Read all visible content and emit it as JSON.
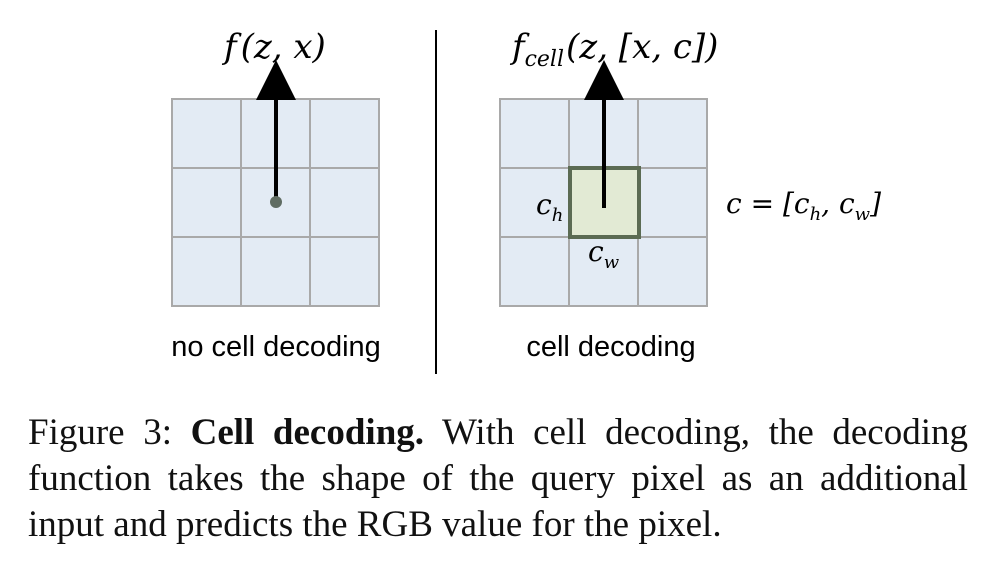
{
  "figure": {
    "left_panel": {
      "formula_name": "f",
      "formula_args": "(z, x)",
      "label": "no cell decoding"
    },
    "right_panel": {
      "formula_name": "f",
      "formula_subscript": "cell",
      "formula_args": "(z, [x, c])",
      "height_label": "c",
      "height_label_sub": "h",
      "width_label": "c",
      "width_label_sub": "w",
      "side_equation": "c = [c",
      "side_equation_sub1": "h",
      "side_equation_mid": ", c",
      "side_equation_sub2": "w",
      "side_equation_end": "]",
      "label": "cell decoding"
    },
    "colors": {
      "grid_fill": "#e3ebf4",
      "grid_stroke": "#a9a9a9",
      "cell_fill": "#e2ead4",
      "cell_stroke": "#5b6b53",
      "point": "#5f6c62",
      "divider": "#000000"
    }
  },
  "caption": {
    "prefix": "Figure 3: ",
    "bold": "Cell decoding.",
    "text": " With cell decoding, the decoding function takes the shape of the query pixel as an additional input and predicts the RGB value for the pixel."
  }
}
